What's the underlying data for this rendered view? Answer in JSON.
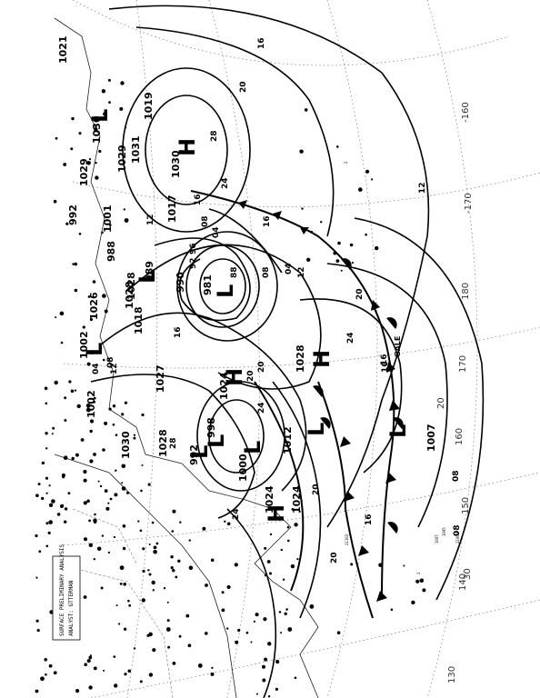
{
  "map": {
    "longitude_labels": [
      "-160",
      "-170",
      "180",
      "170",
      "160",
      "150",
      "140",
      "130"
    ],
    "latitude_labels": [
      "20",
      "30"
    ],
    "gale_label": "GALE",
    "caption_lines": [
      "SURFACE PRELIMINARY ANALYSIS",
      "ANALYST: GTTERMAN"
    ],
    "station_labels": [
      "21103",
      "1007",
      "21003",
      "2",
      "1005",
      "2"
    ],
    "centers": [
      {
        "type": "H",
        "pressure": "1030"
      },
      {
        "type": "H",
        "pressure": "1024"
      },
      {
        "type": "H",
        "pressure": "1028"
      },
      {
        "type": "H",
        "pressure": "1024"
      },
      {
        "type": "L",
        "pressure": "981"
      },
      {
        "type": "L",
        "pressure": "998"
      },
      {
        "type": "L",
        "pressure": "1000"
      },
      {
        "type": "L",
        "pressure": "992"
      },
      {
        "type": "L",
        "pressure": "1012"
      },
      {
        "type": "L",
        "pressure": "1007"
      },
      {
        "type": "L",
        "pressure": "1002"
      },
      {
        "type": "L",
        "pressure": "1028"
      },
      {
        "type": "L",
        "pressure": "1029"
      }
    ],
    "extra_pressure_labels": [
      "1021",
      "1019",
      "1031",
      "1029",
      "992",
      "1001",
      "1030",
      "1017",
      "988",
      "989",
      "990",
      "1026",
      "1018",
      "1028",
      "1027",
      "1002",
      "1030",
      "1028",
      "1024"
    ],
    "isobar_labels": [
      "16",
      "20",
      "28",
      "24",
      "16",
      "08",
      "12",
      "04",
      "96",
      "92",
      "88",
      "08",
      "04",
      "12",
      "16",
      "20",
      "24",
      "20",
      "16",
      "12",
      "08",
      "16",
      "20",
      "24",
      "28",
      "12",
      "08",
      "04",
      "16",
      "20",
      "24",
      "20",
      "16",
      "08"
    ]
  }
}
